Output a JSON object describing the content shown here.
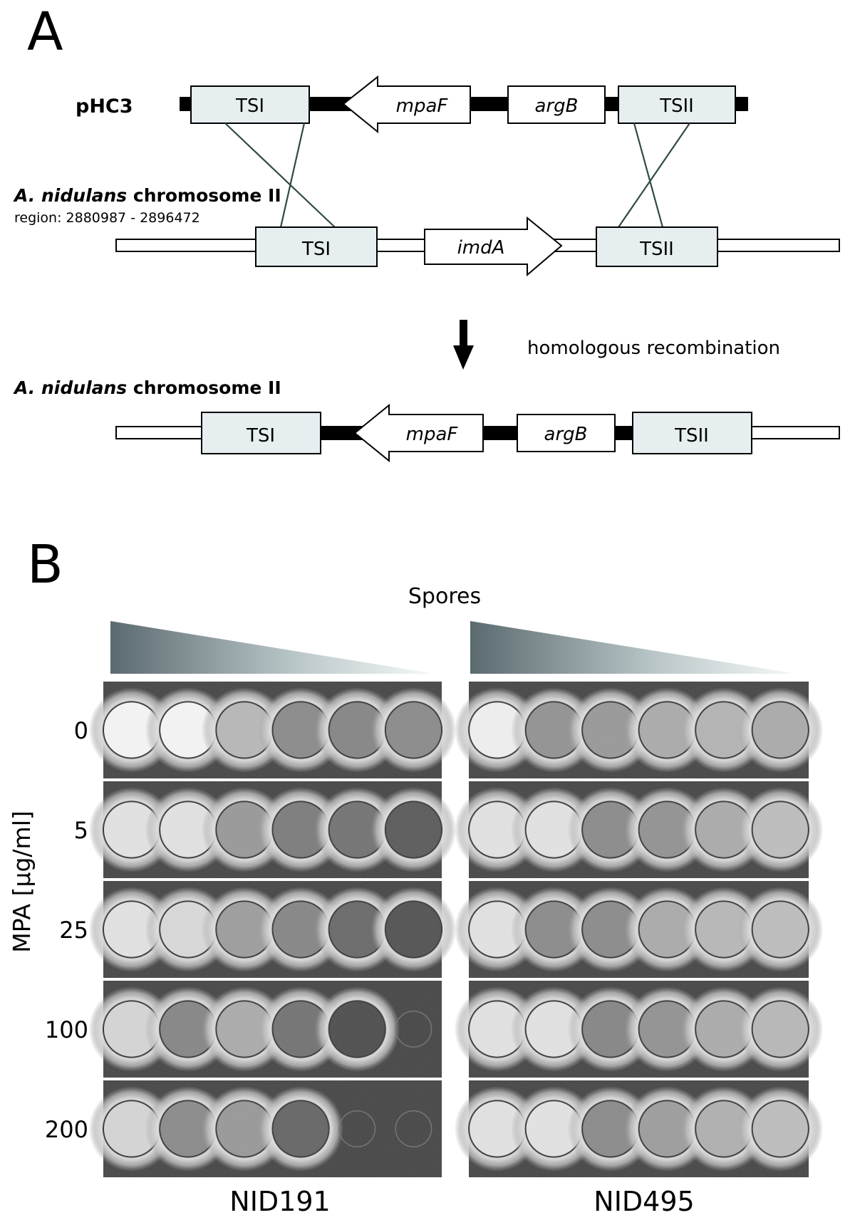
{
  "panel_a": {
    "letter": "A",
    "plasmid": {
      "label": "pHC3",
      "boxes": [
        "TSI",
        "mpaF",
        "argB",
        "TSII"
      ]
    },
    "chromosome_before": {
      "species": "A. nidulans",
      "label_rest": "chromosome II",
      "region": "region:  2880987 - 2896472",
      "boxes": [
        "TSI",
        "imdA",
        "TSII"
      ]
    },
    "arrow_label": "homologous recombination",
    "chromosome_after": {
      "species": "A. nidulans",
      "label_rest": "chromosome II",
      "boxes": [
        "TSI",
        "mpaF",
        "argB",
        "TSII"
      ]
    },
    "colors": {
      "box_fill": "#e6eef0",
      "backbone": "#000000"
    }
  },
  "panel_b": {
    "letter": "B",
    "spores_label": "Spores",
    "y_axis_label": "MPA [µg/ml]",
    "concentrations": [
      "0",
      "5",
      "25",
      "100",
      "200"
    ],
    "strains": [
      "NID191",
      "NID495"
    ],
    "colony_brightness": {
      "NID191": [
        [
          0.95,
          0.95,
          0.62,
          0.38,
          0.35,
          0.38
        ],
        [
          0.85,
          0.85,
          0.45,
          0.3,
          0.25,
          0.12
        ],
        [
          0.85,
          0.8,
          0.48,
          0.35,
          0.2,
          0.08
        ],
        [
          0.78,
          0.35,
          0.55,
          0.25,
          0.05,
          0.0
        ],
        [
          0.78,
          0.38,
          0.45,
          0.18,
          0.0,
          0.0
        ]
      ],
      "NID495": [
        [
          0.92,
          0.42,
          0.45,
          0.55,
          0.6,
          0.55
        ],
        [
          0.85,
          0.85,
          0.38,
          0.42,
          0.55,
          0.65
        ],
        [
          0.85,
          0.38,
          0.38,
          0.55,
          0.62,
          0.65
        ],
        [
          0.85,
          0.85,
          0.35,
          0.42,
          0.55,
          0.62
        ],
        [
          0.85,
          0.85,
          0.38,
          0.48,
          0.58,
          0.65
        ]
      ]
    },
    "colors": {
      "plate_bg": "#3e3e3e",
      "wedge_dark": "#5b6a6f",
      "wedge_light": "#f4f8f8"
    }
  }
}
